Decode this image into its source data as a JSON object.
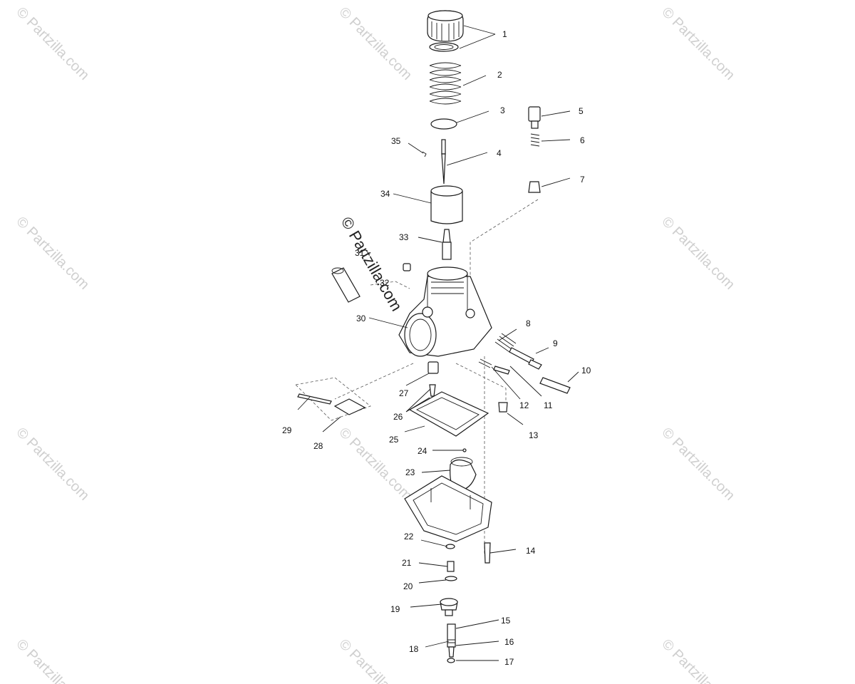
{
  "watermark": "© Partzilla.com",
  "callouts": [
    "1",
    "2",
    "3",
    "4",
    "5",
    "6",
    "7",
    "8",
    "9",
    "10",
    "11",
    "12",
    "13",
    "14",
    "15",
    "16",
    "17",
    "18",
    "19",
    "20",
    "21",
    "22",
    "23",
    "24",
    "25",
    "26",
    "27",
    "28",
    "29",
    "30",
    "31",
    "32",
    "33",
    "34",
    "35"
  ]
}
